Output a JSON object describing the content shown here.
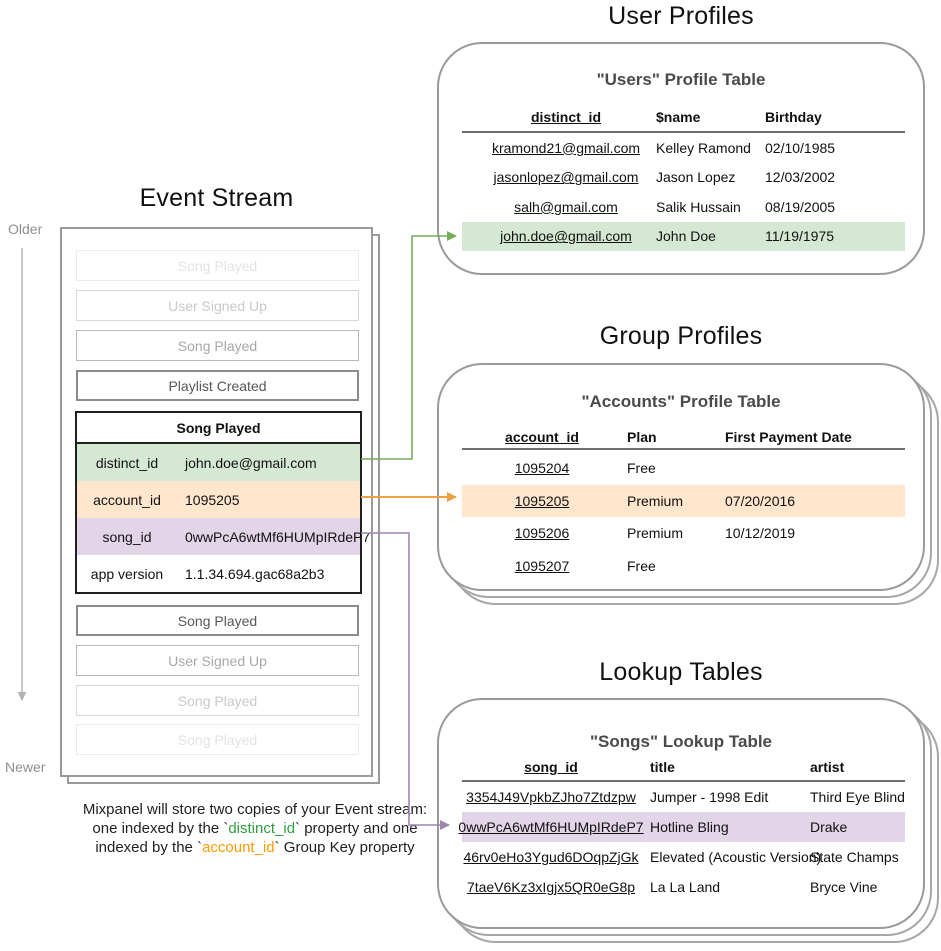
{
  "titles": {
    "event_stream": "Event Stream",
    "user_profiles": "User Profiles",
    "group_profiles": "Group Profiles",
    "lookup_tables": "Lookup Tables"
  },
  "timeline": {
    "older": "Older",
    "newer": "Newer"
  },
  "event_stream": {
    "before": [
      "Song Played",
      "User Signed Up",
      "Song Played",
      "Playlist Created"
    ],
    "card": {
      "title": "Song Played",
      "rows": [
        {
          "key": "distinct_id",
          "value": "john.doe@gmail.com"
        },
        {
          "key": "account_id",
          "value": "1095205"
        },
        {
          "key": "song_id",
          "value": "0wwPcA6wtMf6HUMpIRdeP7"
        },
        {
          "key": "app version",
          "value": "1.1.34.694.gac68a2b3"
        }
      ]
    },
    "after": [
      "Song Played",
      "User Signed Up",
      "Song Played",
      "Song Played"
    ]
  },
  "users_table": {
    "heading": "\"Users\" Profile Table",
    "columns": [
      "distinct_id",
      "$name",
      "Birthday"
    ],
    "rows": [
      [
        "kramond21@gmail.com",
        "Kelley Ramond",
        "02/10/1985"
      ],
      [
        "jasonlopez@gmail.com",
        "Jason Lopez",
        "12/03/2002"
      ],
      [
        "salh@gmail.com",
        "Salik Hussain",
        "08/19/2005"
      ],
      [
        "john.doe@gmail.com",
        "John Doe",
        "11/19/1975"
      ]
    ]
  },
  "accounts_table": {
    "heading": "\"Accounts\" Profile Table",
    "columns": [
      "account_id",
      "Plan",
      "First Payment Date"
    ],
    "rows": [
      [
        "1095204",
        "Free",
        ""
      ],
      [
        "1095205",
        "Premium",
        "07/20/2016"
      ],
      [
        "1095206",
        "Premium",
        "10/12/2019"
      ],
      [
        "1095207",
        "Free",
        ""
      ]
    ]
  },
  "songs_table": {
    "heading": "\"Songs\" Lookup Table",
    "columns": [
      "song_id",
      "title",
      "artist"
    ],
    "rows": [
      [
        "3354J49VpkbZJho7Ztdzpw",
        "Jumper - 1998 Edit",
        "Third Eye Blind"
      ],
      [
        "0wwPcA6wtMf6HUMpIRdeP7",
        "Hotline Bling",
        "Drake"
      ],
      [
        "46rv0eHo3Ygud6DOqpZjGk",
        "Elevated (Acoustic Version)",
        "State Champs"
      ],
      [
        "7taeV6Kz3xIgjx5QR0eG8p",
        "La La Land",
        "Bryce Vine"
      ]
    ]
  },
  "caption": {
    "line1": "Mixpanel will store two copies of your Event stream:",
    "line2_pre": "one indexed by the `",
    "line2_code": "distinct_id",
    "line2_post": "` property and one",
    "line3_pre": "indexed by the `",
    "line3_code": "account_id",
    "line3_post": "` Group Key property"
  },
  "colors": {
    "green_fill": "#d5e8d4",
    "orange_fill": "#ffe6cc",
    "purple_fill": "#e1d5e7",
    "green_arrow": "#75ad5b",
    "orange_arrow": "#efa143",
    "purple_arrow": "#9e86ae",
    "timeline_arrow": "#b3b3b3",
    "caption_green": "#2e9e3e",
    "caption_orange": "#ff9900"
  }
}
